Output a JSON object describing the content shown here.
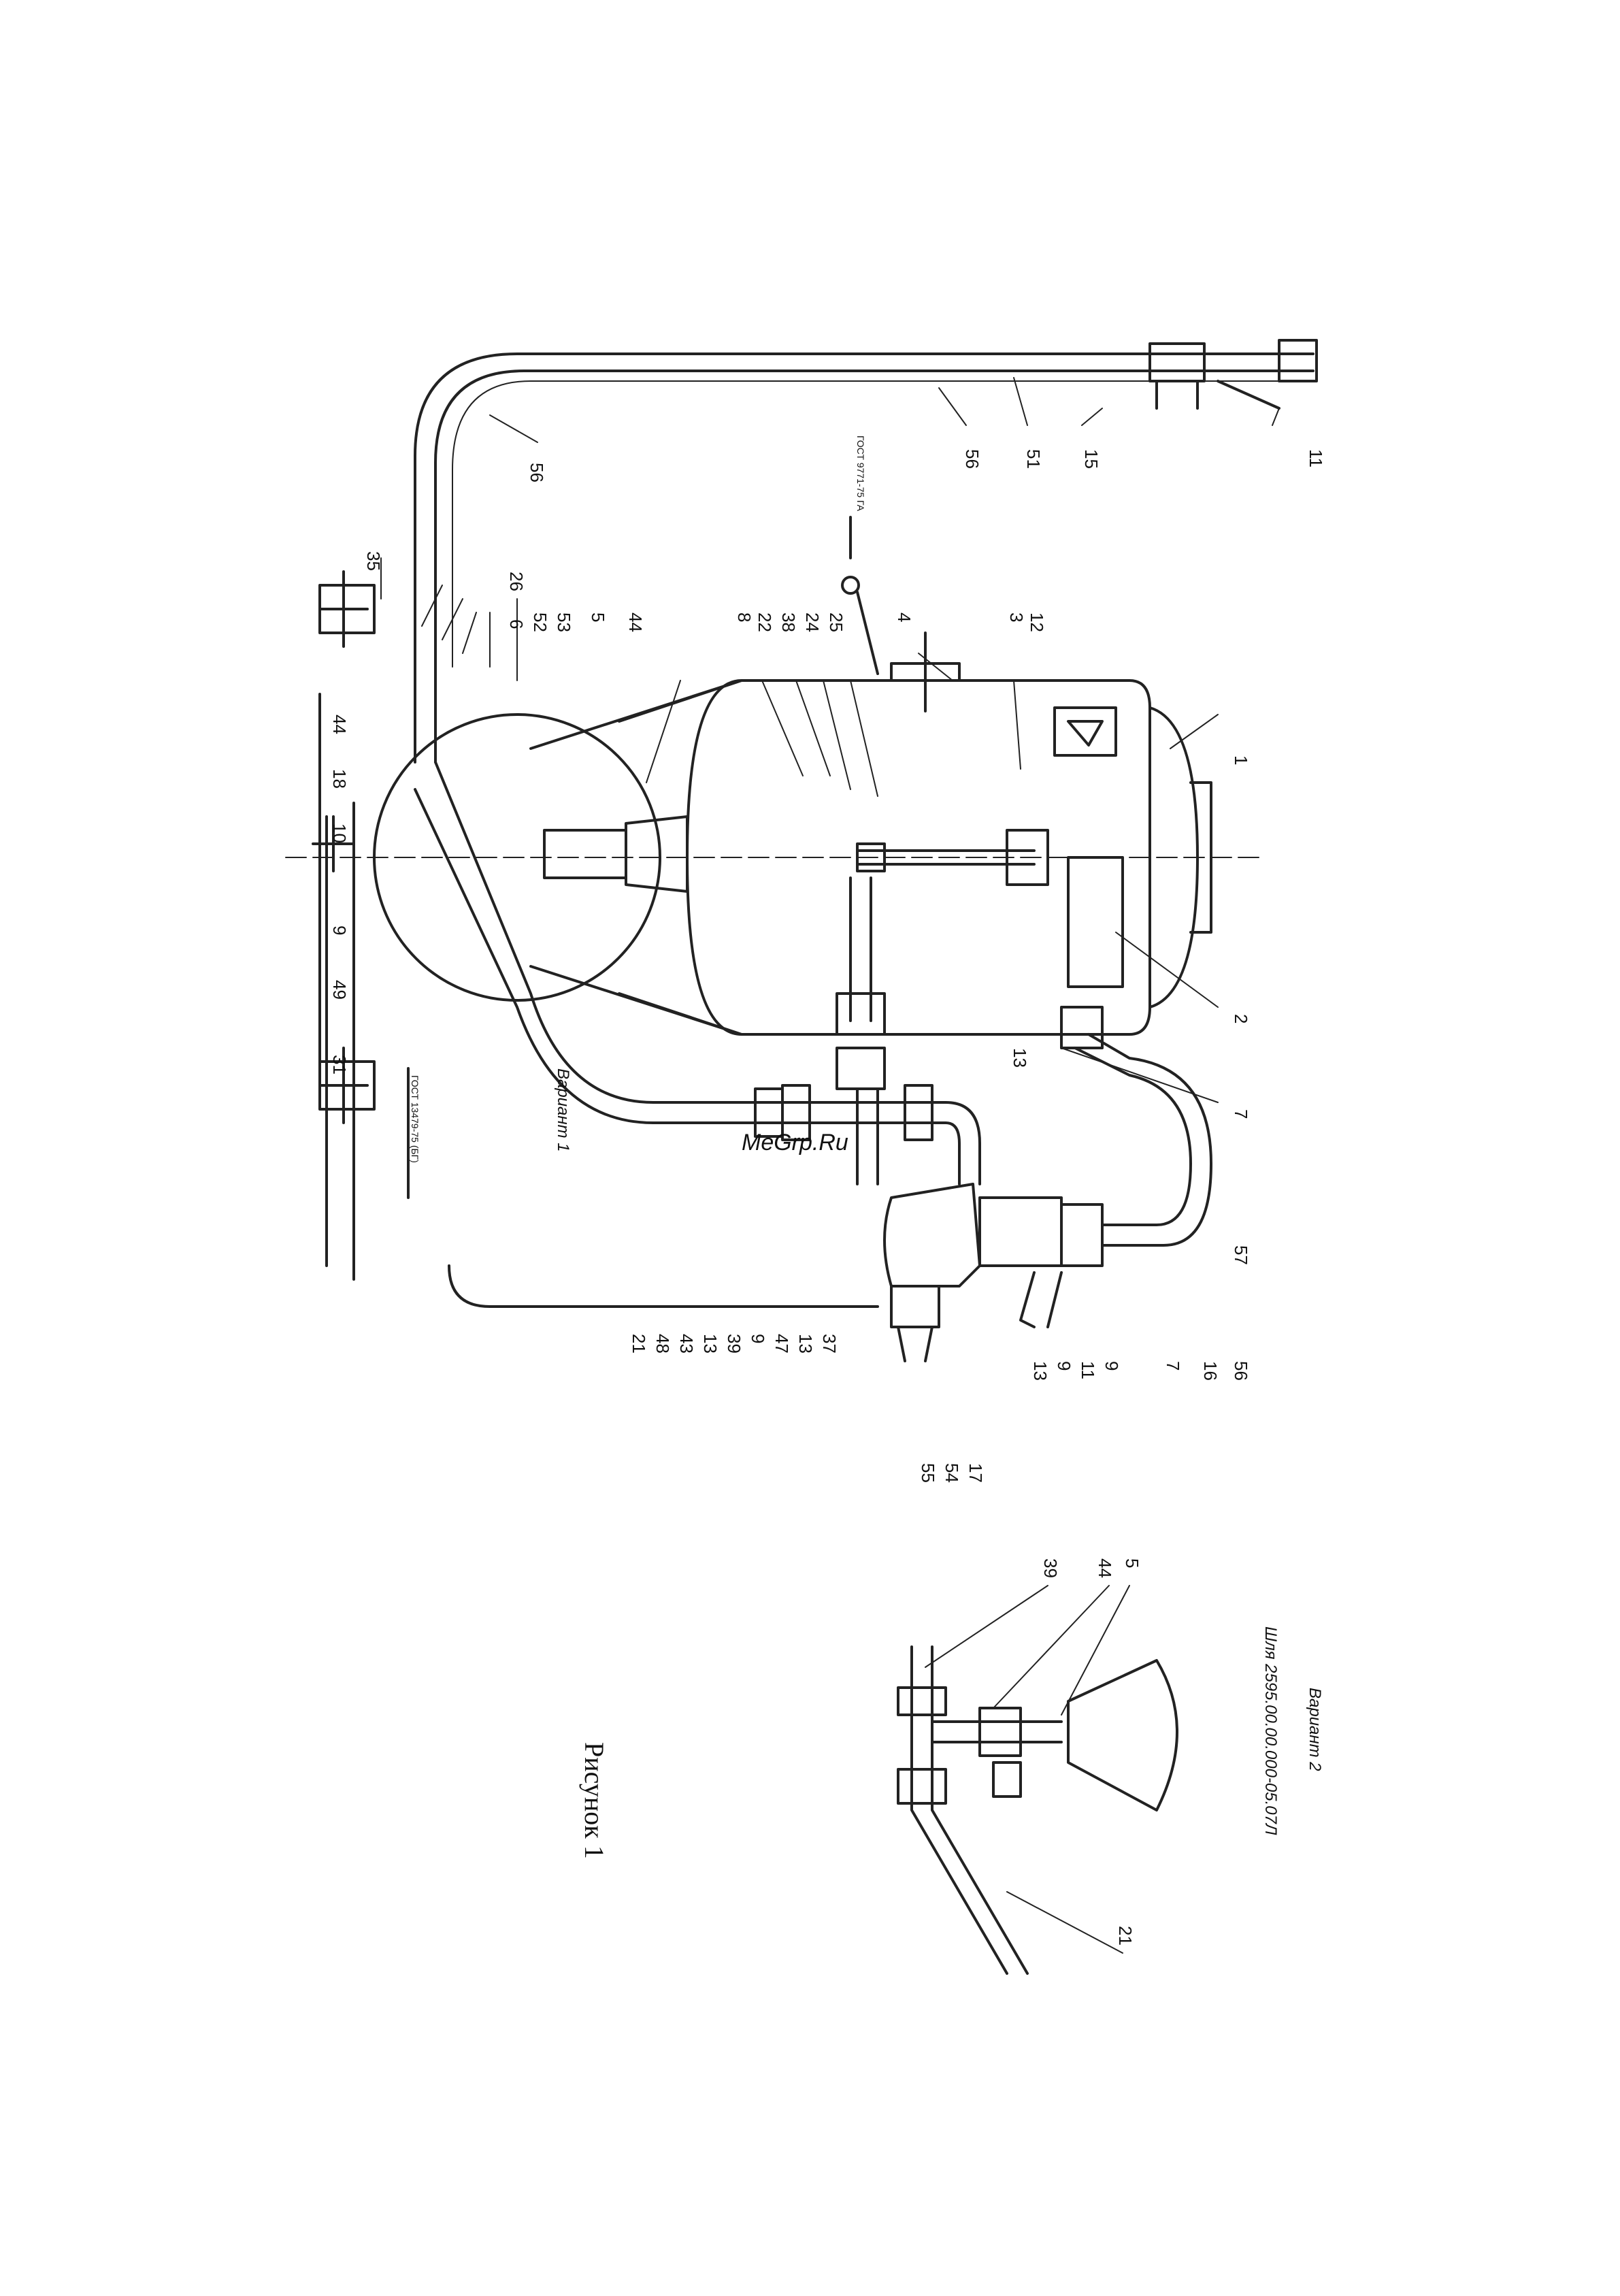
{
  "diagram": {
    "watermark": "MeGrp.Ru",
    "caption": "Рисунок 1",
    "variant1": "Вариант 1",
    "variant2": "Вариант 2",
    "doc_code": "Шля 2595.00.00.000-05.07Л",
    "tank_side_note": "ГОСТ 9771-75 ГА",
    "mast_note": "ГОСТ 13479-75 (БГ)",
    "labels": {
      "l56a": "56",
      "l56b": "56",
      "l51": "51",
      "l15": "15",
      "l11": "11",
      "l35": "35",
      "l26": "26",
      "l6": "6",
      "l52": "52",
      "l53": "53",
      "l5": "5",
      "l44a": "44",
      "l8": "8",
      "l22": "22",
      "l38": "38",
      "l24": "24",
      "l25": "25",
      "l4": "4",
      "l3": "3",
      "l12": "12",
      "l1": "1",
      "l2": "2",
      "l7a": "7",
      "l13a": "13",
      "l44b": "44",
      "l18": "18",
      "l10": "10",
      "l9a": "9",
      "l49": "49",
      "l31": "31",
      "l21a": "21",
      "l48": "48",
      "l43": "43",
      "l13b": "13",
      "l39a": "39",
      "l9b": "9",
      "l47": "47",
      "l13c": "13",
      "l37": "37",
      "l13d": "13",
      "l9c": "9",
      "l11b": "11",
      "l9d": "9",
      "l7b": "7",
      "l16": "16",
      "l56c": "56",
      "l57": "57",
      "l17": "17",
      "l54": "54",
      "l55": "55",
      "l39b": "39",
      "l44c": "44",
      "l5b": "5",
      "l21b": "21"
    }
  }
}
